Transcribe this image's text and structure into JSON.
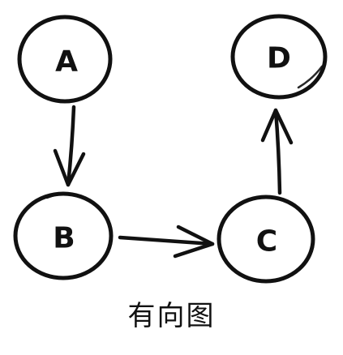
{
  "nodes": [
    {
      "id": "A",
      "label": "A"
    },
    {
      "id": "B",
      "label": "B"
    },
    {
      "id": "C",
      "label": "C"
    },
    {
      "id": "D",
      "label": "D"
    }
  ],
  "edges": [
    {
      "from": "A",
      "to": "B"
    },
    {
      "from": "B",
      "to": "C"
    },
    {
      "from": "C",
      "to": "D"
    }
  ],
  "caption": "有向图"
}
